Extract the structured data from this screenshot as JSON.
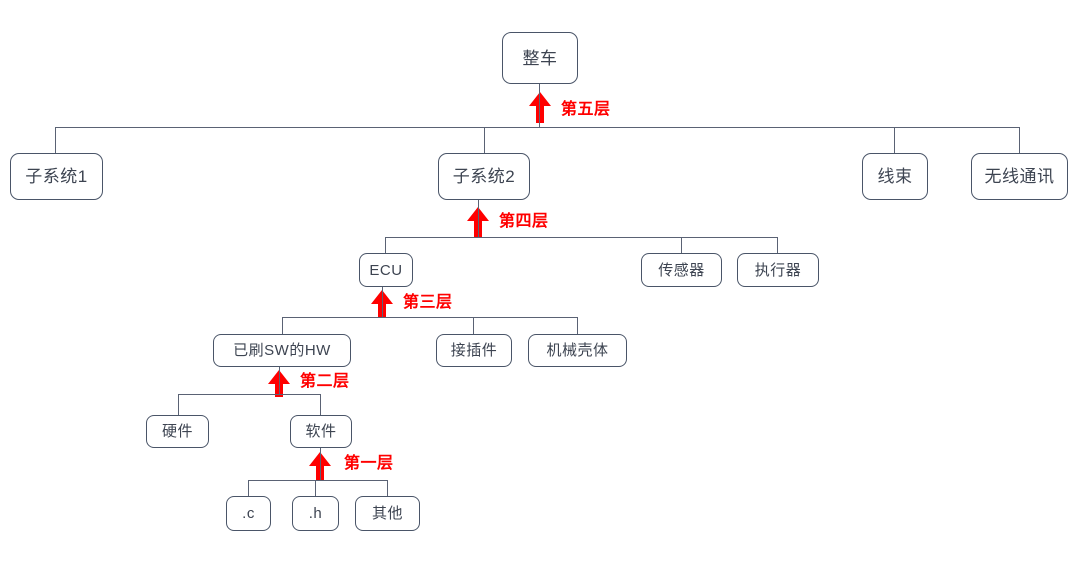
{
  "diagram": {
    "title": "vehicle-hierarchy-tree",
    "colors": {
      "node_border": "#4a5568",
      "node_text": "#3d4451",
      "edge": "#5a6274",
      "layer_label": "#ff0000",
      "background": "#ffffff"
    },
    "nodes": {
      "vehicle": "整车",
      "subsystem1": "子系统1",
      "subsystem2": "子系统2",
      "harness": "线束",
      "wireless": "无线通讯",
      "ecu": "ECU",
      "sensor": "传感器",
      "actuator": "执行器",
      "flashed_hw": "已刷SW的HW",
      "connector": "接插件",
      "mech_housing": "机械壳体",
      "hardware": "硬件",
      "software": "软件",
      "file_c": ".c",
      "file_h": ".h",
      "other": "其他"
    },
    "layer_labels": {
      "layer5": "第五层",
      "layer4": "第四层",
      "layer3": "第三层",
      "layer2": "第二层",
      "layer1": "第一层"
    }
  }
}
